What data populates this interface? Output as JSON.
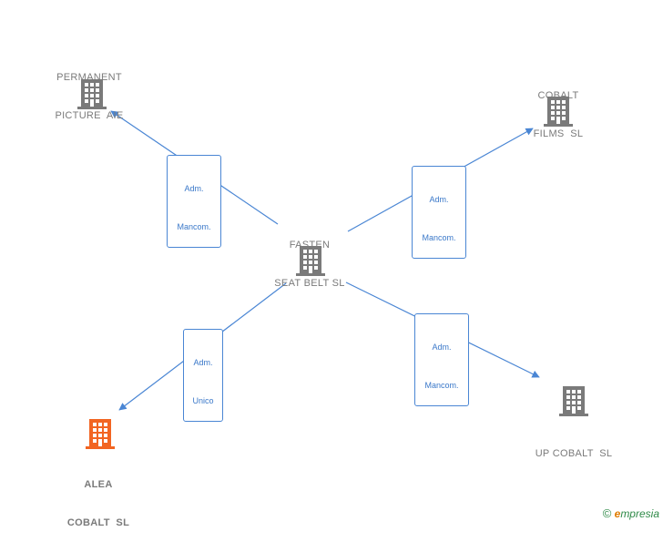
{
  "nodes": {
    "center": {
      "line1": "FASTEN",
      "line2": "SEAT BELT SL"
    },
    "permanent": {
      "line1": "PERMANENT",
      "line2": "PICTURE  AIE"
    },
    "cobalt_films": {
      "line1": "COBALT",
      "line2": "FILMS  SL"
    },
    "up_cobalt": {
      "line1": "UP COBALT  SL"
    },
    "alea": {
      "line1": "ALEA",
      "line2": "COBALT  SL"
    }
  },
  "edges": {
    "to_permanent": {
      "line1": "Adm.",
      "line2": "Mancom."
    },
    "to_cobalt_films": {
      "line1": "Adm.",
      "line2": "Mancom."
    },
    "to_up_cobalt": {
      "line1": "Adm.",
      "line2": "Mancom."
    },
    "to_alea": {
      "line1": "Adm.",
      "line2": "Unico"
    }
  },
  "colors": {
    "edge": "#4a86d4",
    "building": "#7a7a7a",
    "highlight": "#f26522"
  },
  "brand": {
    "symbol": "©",
    "name": "mpresia",
    "initial": "e"
  }
}
